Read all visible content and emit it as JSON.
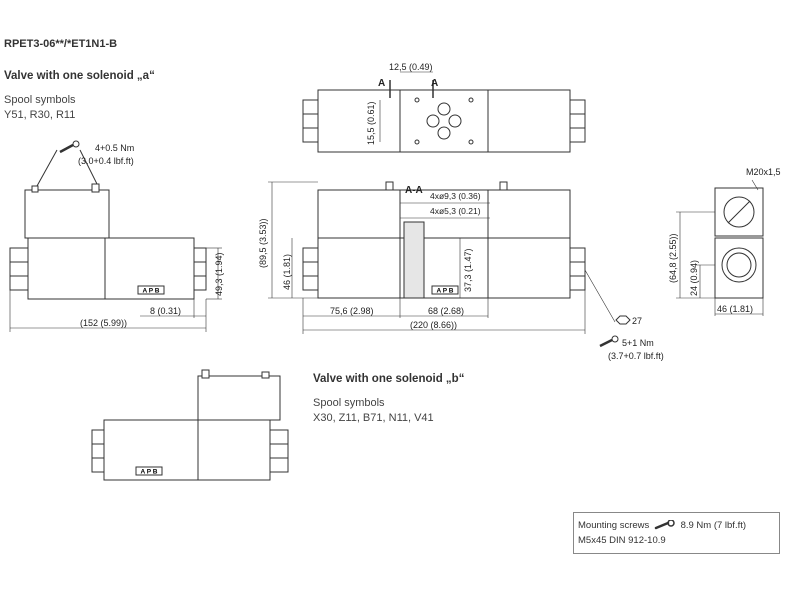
{
  "title": "RPET3-06**/*ET1N1-B",
  "variant_a": {
    "heading": "Valve with one solenoid „a“",
    "spool_label": "Spool symbols",
    "spool_list": "Y51, R30, R11"
  },
  "variant_b": {
    "heading": "Valve with one solenoid „b“",
    "spool_label": "Spool symbols",
    "spool_list": "X30, Z11, B71, N11, V41"
  },
  "mounting": {
    "line1_prefix": "Mounting screws",
    "torque": "8.9 Nm (7 lbf.ft)",
    "line2": "M5x45 DIN 912-10.9"
  },
  "dims": {
    "torque_top_1": "4+0.5 Nm",
    "torque_top_2": "(3.0+0.4 lbf.ft)",
    "torque_nut_1": "5+1 Nm",
    "torque_nut_2": "(3.7+0.7 lbf.ft)",
    "wrench_size": "27",
    "d_49_3": "49,3 (1.94)",
    "d_8": "8 (0.31)",
    "d_152": "(152 (5.99))",
    "d_12_5": "12,5 (0.49)",
    "d_15_5": "15,5 (0.61)",
    "section_mark": "A",
    "section_title": "A-A",
    "d_9_3": "4xø9,3 (0.36)",
    "d_5_3": "4xø5,3 (0.21)",
    "d_89_5": "(89,5 (3.53))",
    "d_46_h": "46 (1.81)",
    "d_37_3": "37,3 (1.47)",
    "d_75_6": "75,6 (2.98)",
    "d_68": "68 (2.68)",
    "d_220": "(220 (8.66))",
    "thread": "M20x1,5",
    "d_64_8": "(64,8 (2.55))",
    "d_24": "24 (0.94)",
    "d_46_w": "46 (1.81)",
    "nameplate": "A P B"
  }
}
